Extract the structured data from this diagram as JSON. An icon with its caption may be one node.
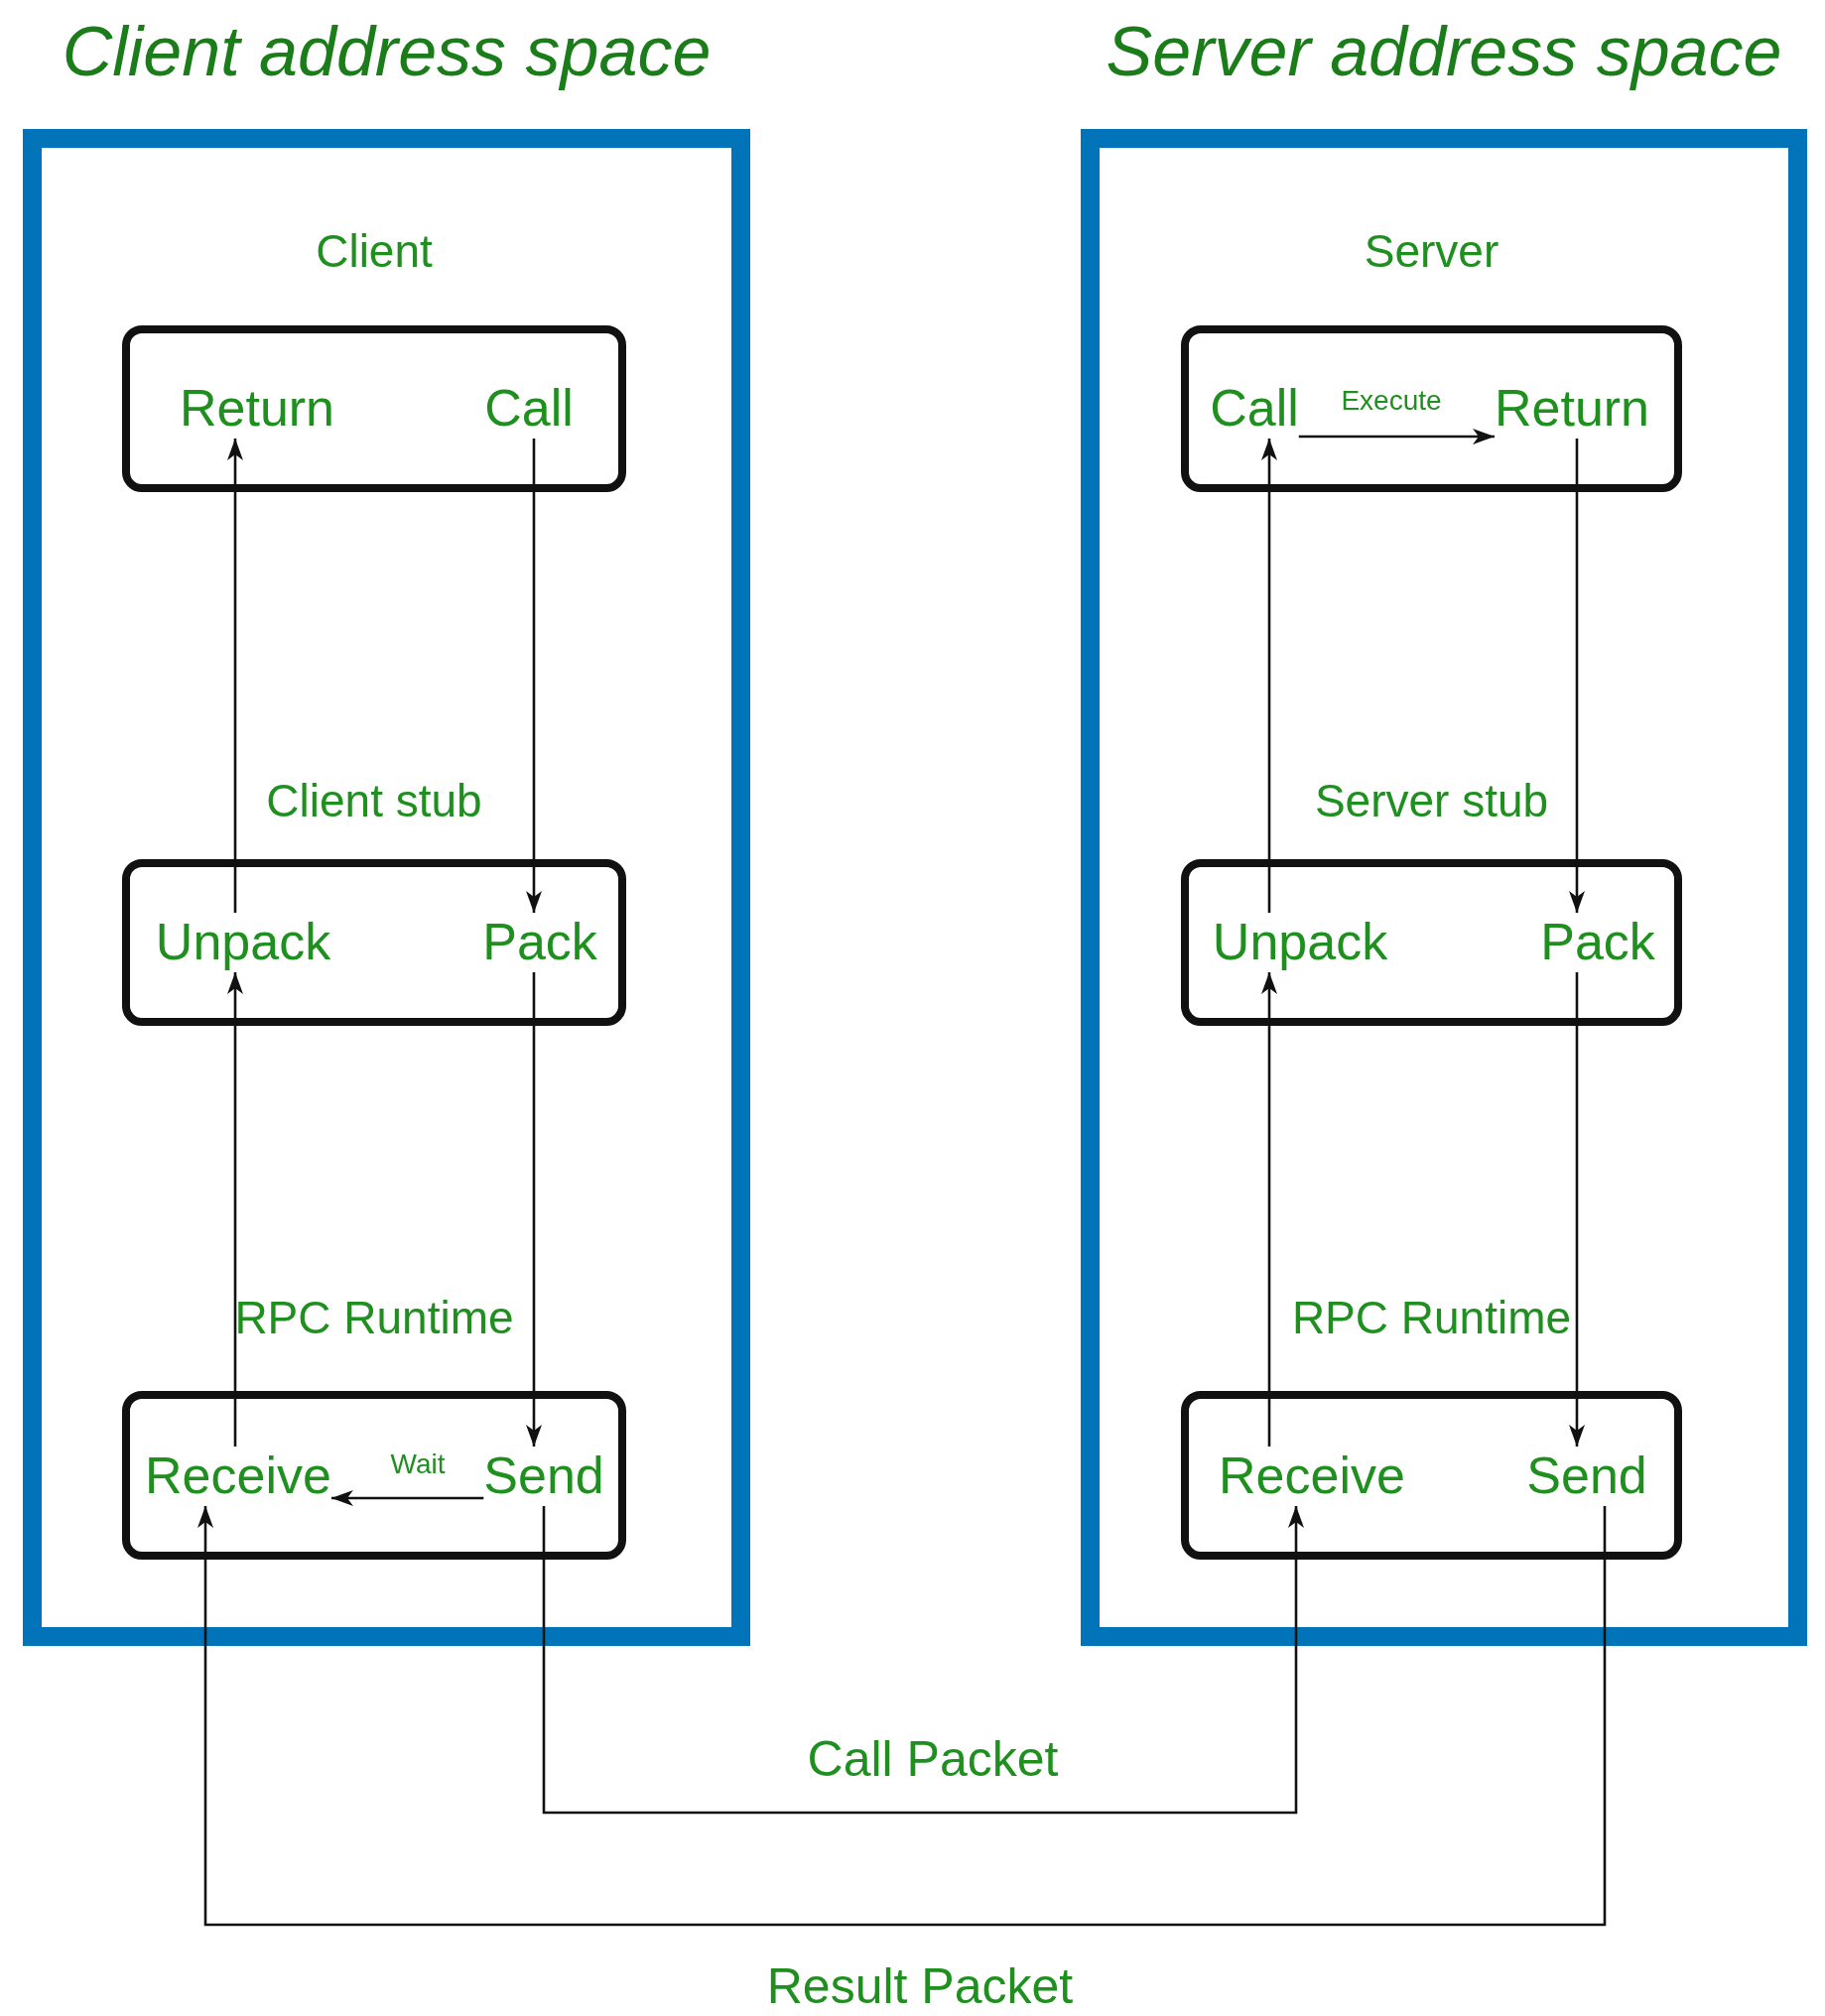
{
  "diagram": {
    "nodes": [
      {
        "text": [
          "Client address space"
        ]
      },
      {
        "text": [
          "Client"
        ],
        "in": 0
      },
      {
        "text": [
          "Return"
        ],
        "in": 1
      },
      {
        "text": [
          "Call"
        ],
        "in": 1
      },
      {
        "text": [
          "Client stub"
        ],
        "in": 0
      },
      {
        "text": [
          "Unpack"
        ],
        "in": 4
      },
      {
        "text": [
          "Pack"
        ],
        "in": 4
      },
      {
        "text": [
          "RPC Runtime"
        ],
        "in": 0
      },
      {
        "text": [
          "Receive"
        ],
        "in": 7
      },
      {
        "text": [
          "Send"
        ],
        "in": 7
      },
      {
        "text": [
          "Server address space"
        ]
      },
      {
        "text": [
          "Server"
        ],
        "in": 10
      },
      {
        "text": [
          "Call"
        ],
        "in": 11
      },
      {
        "text": [
          "Return"
        ],
        "in": 11
      },
      {
        "text": [
          "Server stub"
        ],
        "in": 10
      },
      {
        "text": [
          "Unpack"
        ],
        "in": 14
      },
      {
        "text": [
          "Pack"
        ],
        "in": 14
      },
      {
        "text": [
          "RPC Runtime"
        ],
        "in": 10
      },
      {
        "text": [
          "Receive"
        ],
        "in": 17
      },
      {
        "text": [
          "Send"
        ],
        "in": 17
      }
    ],
    "edges": [
      {
        "from": 3,
        "to": 6,
        "arrow": "to"
      },
      {
        "from": 6,
        "to": 9,
        "arrow": "to"
      },
      {
        "from": 9,
        "to": 8,
        "arrow": "to",
        "label": "Wait"
      },
      {
        "from": 8,
        "to": 5,
        "arrow": "to"
      },
      {
        "from": 5,
        "to": 2,
        "arrow": "to"
      },
      {
        "from": 9,
        "to": 18,
        "arrow": "to",
        "label": "Call Packet"
      },
      {
        "from": 18,
        "to": 15,
        "arrow": "to"
      },
      {
        "from": 15,
        "to": 12,
        "arrow": "to"
      },
      {
        "from": 12,
        "to": 13,
        "arrow": "to",
        "label": "Execute"
      },
      {
        "from": 13,
        "to": 16,
        "arrow": "to"
      },
      {
        "from": 16,
        "to": 19,
        "arrow": "to"
      },
      {
        "from": 19,
        "to": 8,
        "arrow": "to",
        "label": "Result Packet"
      }
    ]
  }
}
